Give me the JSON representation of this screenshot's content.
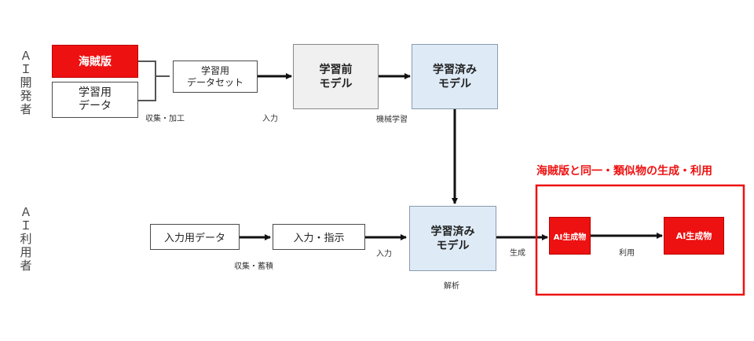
{
  "rows": {
    "developer": "AI開発者",
    "user": "AI利用者"
  },
  "boxes": {
    "pirated": "海賊版",
    "training_data": "学習用\nデータ",
    "dataset": "学習用\nデータセット",
    "pretrained_model": "学習前\nモデル",
    "trained_model_top": "学習済み\nモデル",
    "input_data": "入力用データ",
    "input_instruction": "入力・指示",
    "trained_model_bottom": "学習済み\nモデル",
    "ai_output_1": "AI生成物",
    "ai_output_2": "AI生成物"
  },
  "labels": {
    "collect_process": "収集・加工",
    "input_top": "入力",
    "machine_learning": "機械学習",
    "collect_accumulate": "収集・蓄積",
    "input_bottom": "入力",
    "analysis": "解析",
    "generate": "生成",
    "use": "利用"
  },
  "highlight": {
    "title": "海賊版と同一・類似物の生成・利用",
    "color": "#ee1111"
  },
  "colors": {
    "red": "#ee1111",
    "blue_fill": "#deebf7",
    "gray_fill": "#f0f0f0"
  }
}
